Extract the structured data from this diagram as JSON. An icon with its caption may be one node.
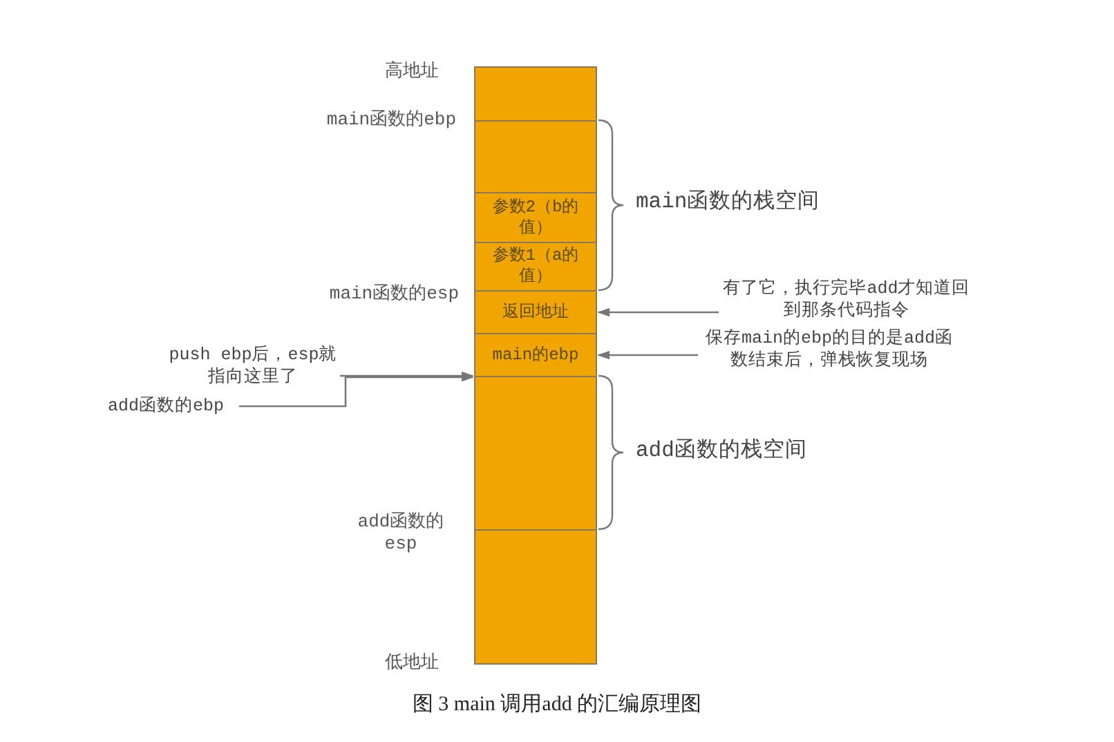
{
  "diagram": {
    "caption": "图 3 main 调用add 的汇编原理图",
    "nodes": [
      {
        "text": [],
        "shape": "box"
      },
      {
        "text": [],
        "shape": "box"
      },
      {
        "text": [
          "参数2（b的值）"
        ]
      },
      {
        "text": [
          "参数1（a的值）"
        ]
      },
      {
        "text": [
          "返回地址"
        ]
      },
      {
        "text": [
          "main的ebp"
        ]
      },
      {
        "text": [],
        "shape": "box"
      },
      {
        "text": [],
        "shape": "box"
      },
      {
        "text": [
          "有了它，执行完毕add才知道回到那条代码指令"
        ]
      },
      {
        "text": [
          "保存main的ebp的目的是add函数结束后，弹栈恢复现场"
        ]
      },
      {
        "text": [
          "push ebp后，esp就指向这里了"
        ]
      },
      {
        "text": [
          "add函数的ebp"
        ]
      }
    ],
    "edges": [
      {
        "from": 8,
        "to": 4,
        "arrow": "to"
      },
      {
        "from": 9,
        "to": 5,
        "arrow": "to"
      },
      {
        "from": 10,
        "to": 6,
        "arrow": "to"
      },
      {
        "from": 11,
        "to": 6,
        "arrow": "to"
      }
    ],
    "labels": [
      "高地址",
      "main函数的ebp",
      "main函数的栈空间",
      "main函数的esp",
      "add函数的栈空间",
      "add函数的esp",
      "低地址"
    ]
  }
}
